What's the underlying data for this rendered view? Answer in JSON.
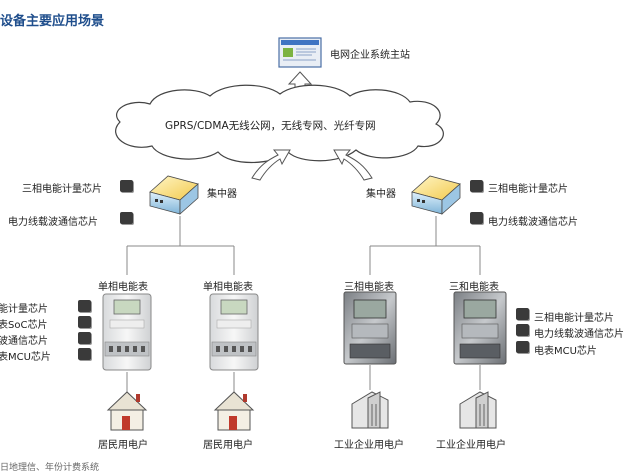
{
  "title": "设备主要应用场景",
  "master_station": "电网企业系统主站",
  "cloud_text": "GPRS/CDMA无线公网，无线专网、光纤专网",
  "left_concentrator": {
    "label": "集中器",
    "chips": [
      "三相电能计量芯片",
      "电力线载波通信芯片"
    ]
  },
  "right_concentrator": {
    "label": "集中器",
    "chips": [
      "三相电能计量芯片",
      "电力线载波通信芯片"
    ]
  },
  "meters": [
    {
      "label": "单相电能表",
      "user": "居民用电户"
    },
    {
      "label": "单相电能表",
      "user": "居民用电户"
    },
    {
      "label": "三相电能表",
      "user": "工业企业用电户"
    },
    {
      "label": "三和电能表",
      "user": "工业企业用电户"
    }
  ],
  "left_meter_chips": [
    "能计量芯片",
    "表SoC芯片",
    "波通信芯片",
    "表MCU芯片"
  ],
  "right_meter_chips": [
    "三相电能计量芯片",
    "电力线载波通信芯片",
    "电表MCU芯片"
  ],
  "footnote": "日地理信、年份计费系统"
}
